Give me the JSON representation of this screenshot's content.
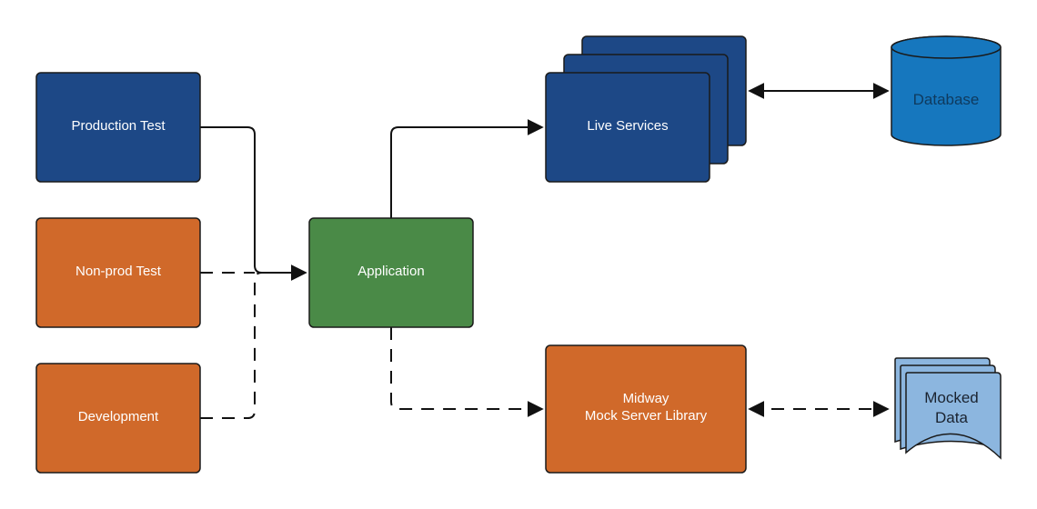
{
  "colors": {
    "production": "#1d4886",
    "orange": "#d0692a",
    "application": "#4a8a47",
    "database": "#1677be",
    "mocked": "#8cb6df",
    "stroke": "#1a1a1a"
  },
  "nodes": {
    "production_test": "Production Test",
    "non_prod_test": "Non-prod Test",
    "development": "Development",
    "application": "Application",
    "live_services": "Live Services",
    "database": "Database",
    "midway_line1": "Midway",
    "midway_line2": "Mock Server Library",
    "mocked_line1": "Mocked",
    "mocked_line2": "Data"
  }
}
